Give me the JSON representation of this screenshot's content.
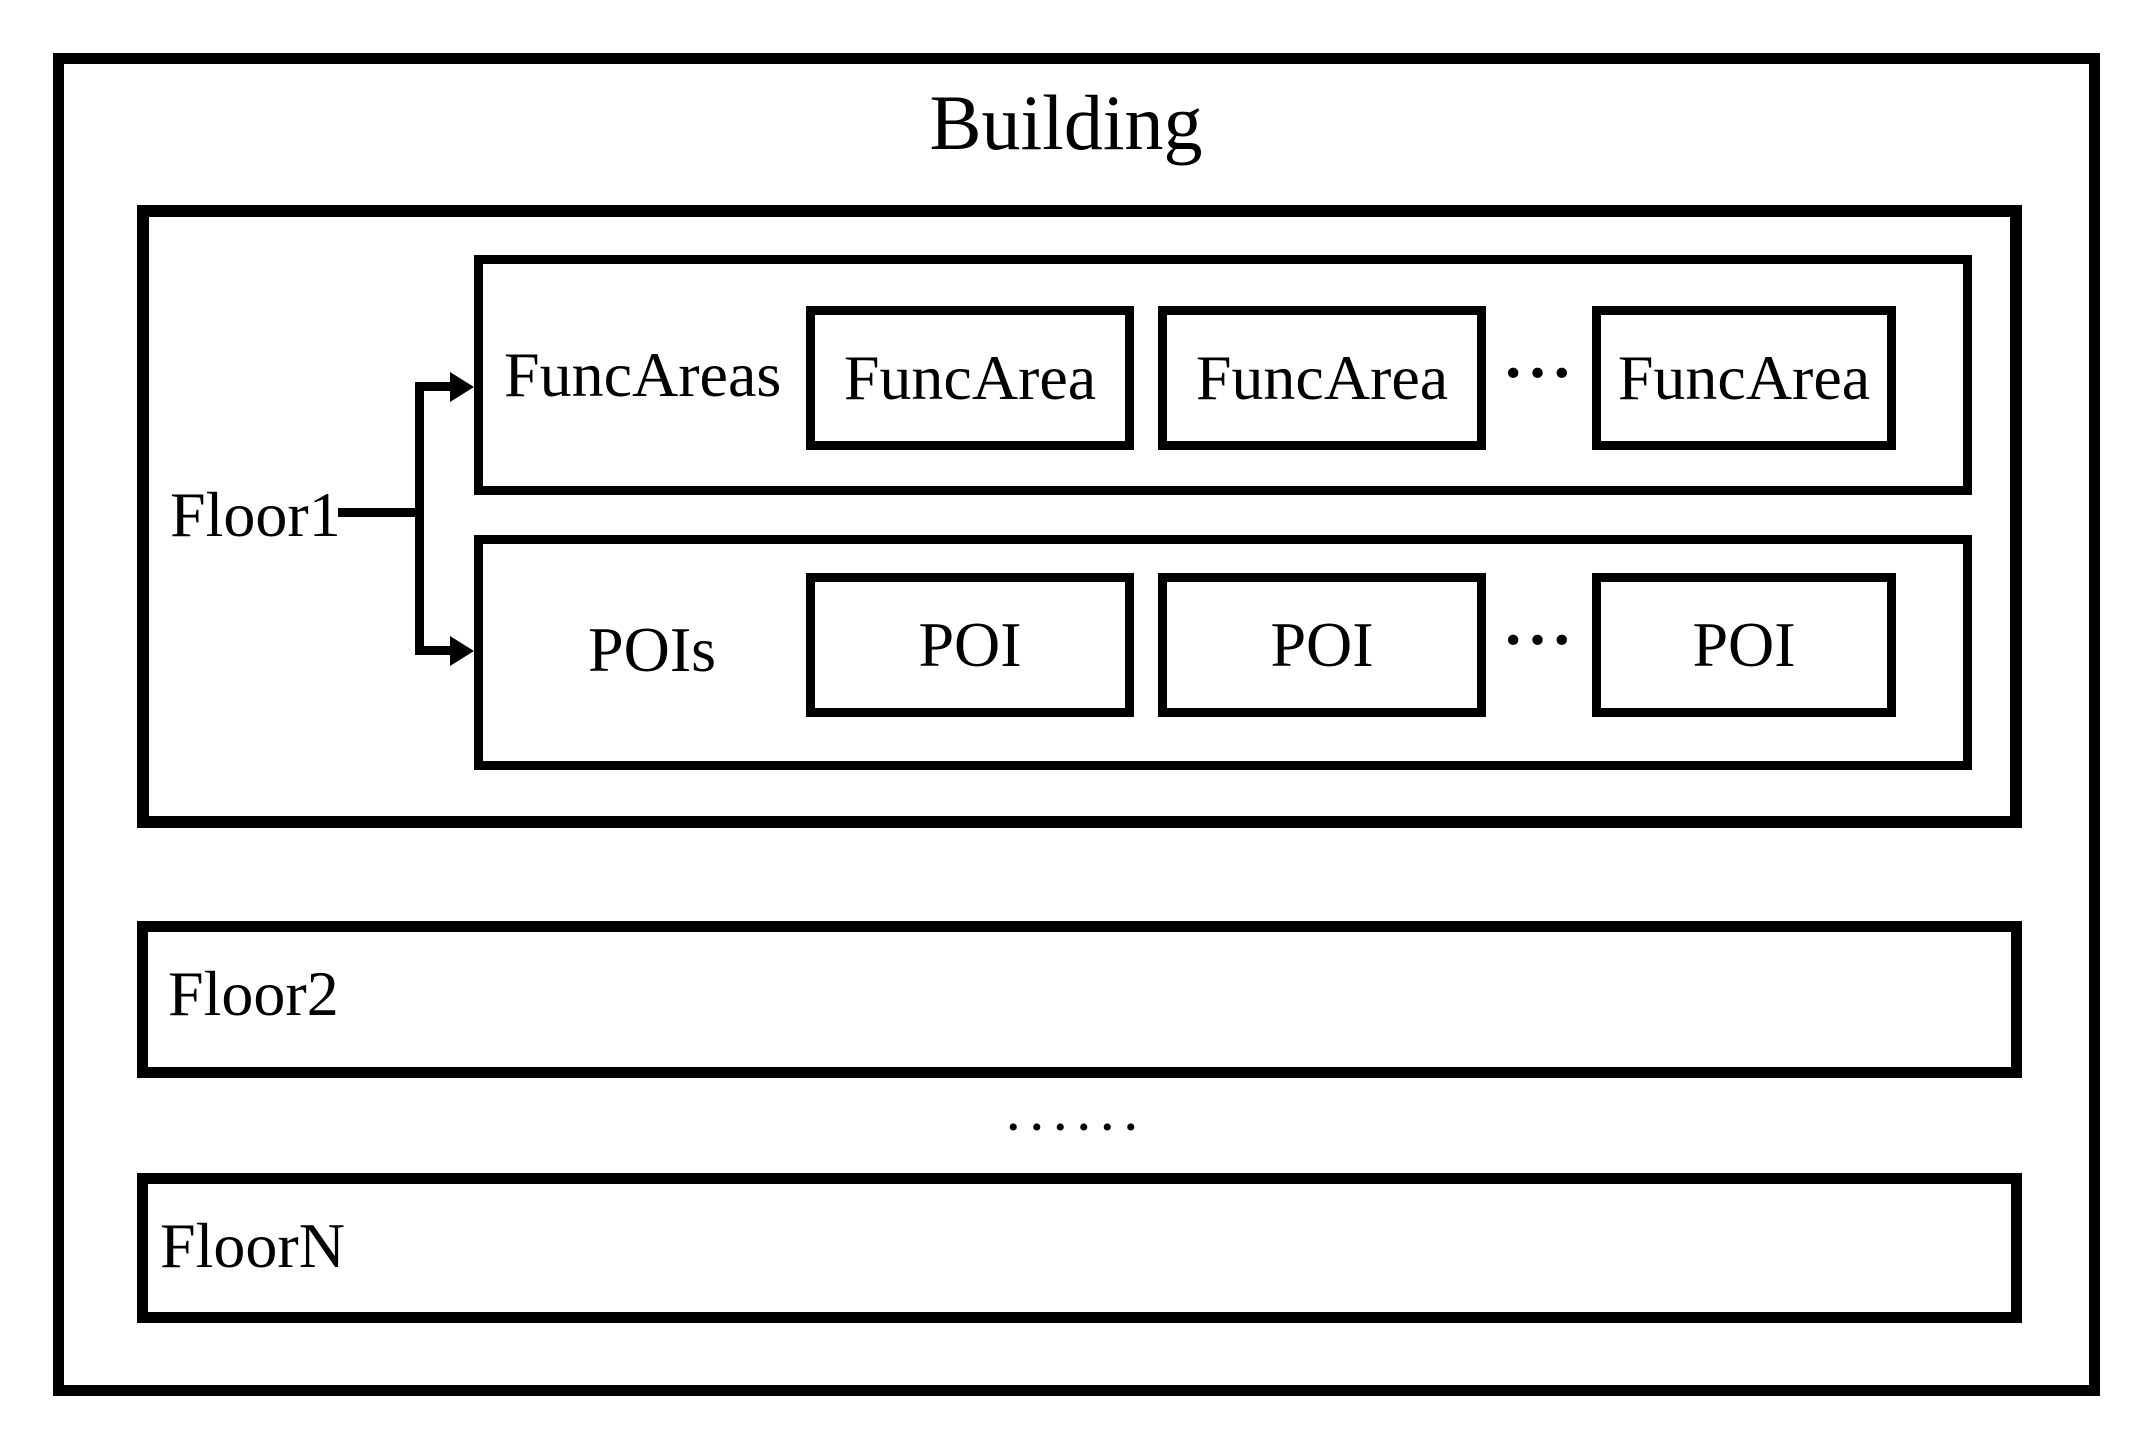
{
  "diagram": {
    "title": "Building",
    "floor1": {
      "label": "Floor1",
      "funcareas": {
        "label": "FuncAreas",
        "items": [
          "FuncArea",
          "FuncArea",
          "FuncArea"
        ],
        "ellipsis": "···"
      },
      "pois": {
        "label": "POIs",
        "items": [
          "POI",
          "POI",
          "POI"
        ],
        "ellipsis": "···"
      }
    },
    "floor2": {
      "label": "Floor2"
    },
    "floors_ellipsis": "••••••",
    "floorN": {
      "label": "FloorN"
    },
    "colors": {
      "ink": "#000000",
      "background": "#ffffff"
    }
  }
}
